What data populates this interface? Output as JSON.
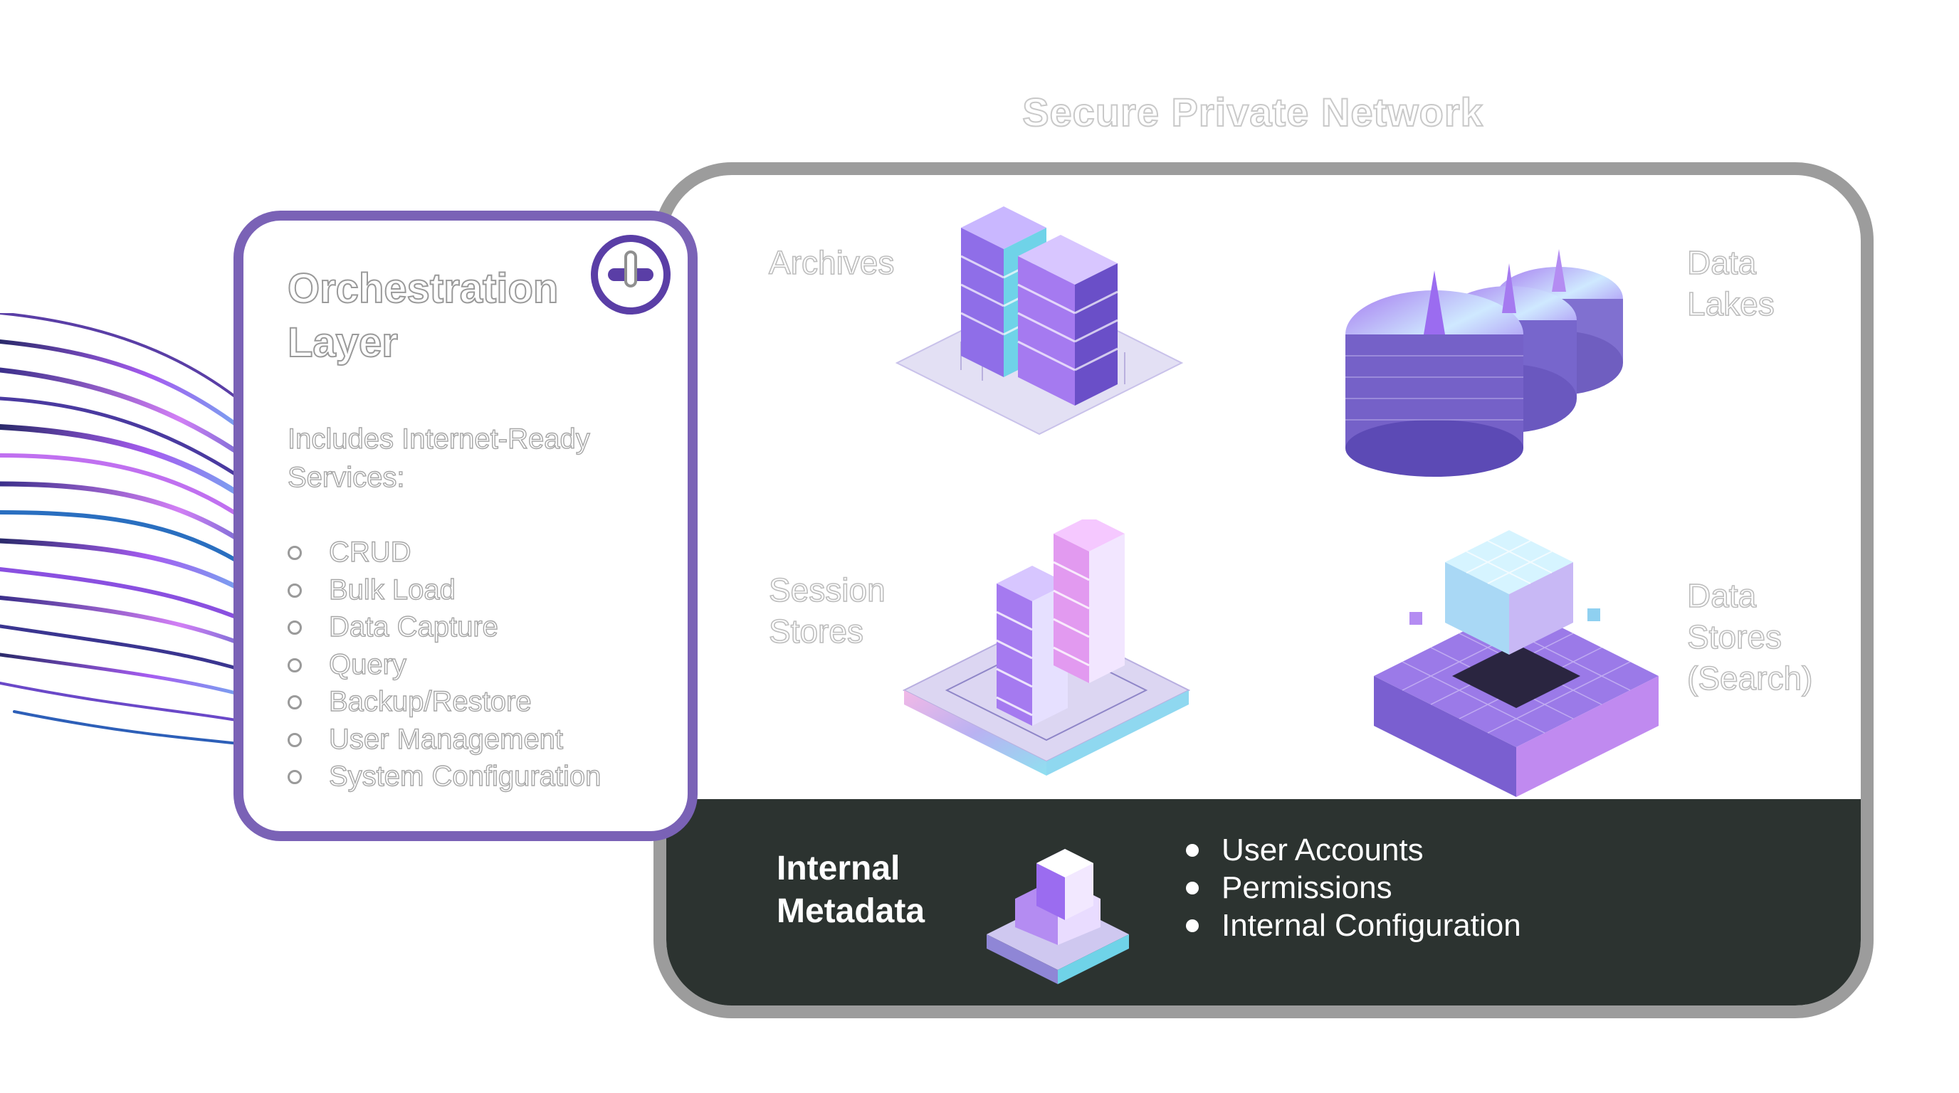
{
  "network": {
    "title": "Secure Private Network"
  },
  "orchestration": {
    "title_line1": "Orchestration",
    "title_line2": "Layer",
    "subtitle_line1": "Includes Internet-Ready",
    "subtitle_line2": "Services:",
    "services": [
      "CRUD",
      "Bulk Load",
      "Data Capture",
      "Query",
      "Backup/Restore",
      "User Management",
      "System Configuration"
    ]
  },
  "stores": {
    "archives": "Archives",
    "data_lakes_line1": "Data",
    "data_lakes_line2": "Lakes",
    "session_line1": "Session",
    "session_line2": "Stores",
    "search_line1": "Data",
    "search_line2": "Stores",
    "search_line3": "(Search)"
  },
  "metadata": {
    "label_line1": "Internal",
    "label_line2": "Metadata",
    "items": [
      "User Accounts",
      "Permissions",
      "Internal Configuration"
    ]
  },
  "icons": [
    "plus-icon",
    "archive-server-icon",
    "data-lake-icon",
    "session-server-icon",
    "search-cube-icon",
    "metadata-cube-icon",
    "fiber-cable-icon"
  ],
  "colors": {
    "card_border": "#7a62b6",
    "badge": "#5a3ea6",
    "network_border": "#9c9c9c",
    "band": "#2c3330",
    "accent_purple": "#9b6cf0",
    "accent_cyan": "#6fd3e8"
  }
}
